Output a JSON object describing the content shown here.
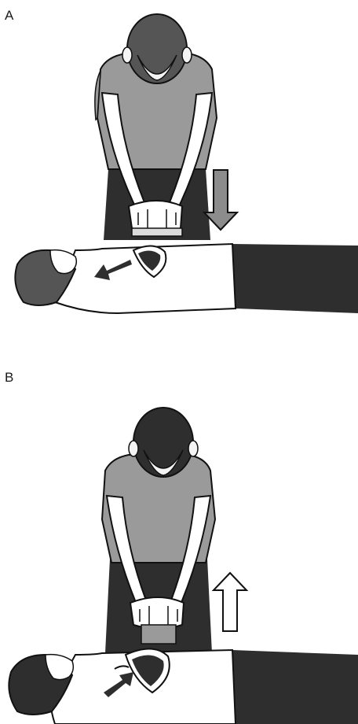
{
  "panels": [
    {
      "label": "A",
      "arrow_direction": "down"
    },
    {
      "label": "B",
      "arrow_direction": "up"
    }
  ],
  "colors": {
    "shirt": "#9a9a9a",
    "hair": "#555555",
    "trousers": "#2e2e2e",
    "outline": "#111111",
    "arrow_fill_down": "#8c8c8c",
    "arrow_fill_up": "#ffffff"
  }
}
